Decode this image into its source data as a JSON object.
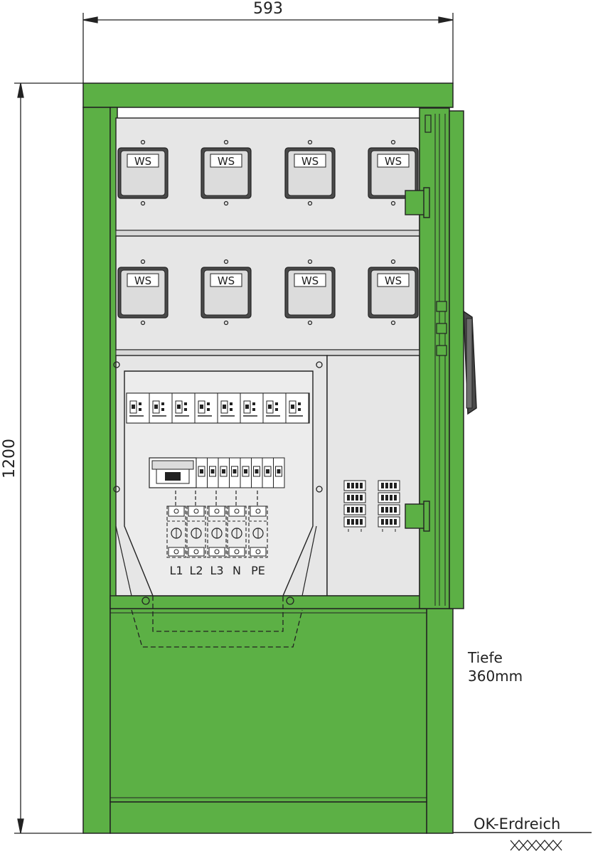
{
  "dimensions": {
    "width_label": "593",
    "height_label": "1200"
  },
  "notes": {
    "depth_label": "Tiefe",
    "depth_value": "360mm",
    "ground_label": "OK-Erdreich"
  },
  "meters": {
    "label": "WS",
    "count_top_row": 4,
    "count_bottom_row": 4
  },
  "terminals": {
    "labels": [
      "L1",
      "L2",
      "L3",
      "N",
      "PE"
    ]
  },
  "breakers": {
    "top_row_count": 8,
    "rcd_row_count": 8
  },
  "colors": {
    "cabinet_green": "#5cb045",
    "panel_gray": "#e6e6e6",
    "line_dark": "#222222"
  }
}
